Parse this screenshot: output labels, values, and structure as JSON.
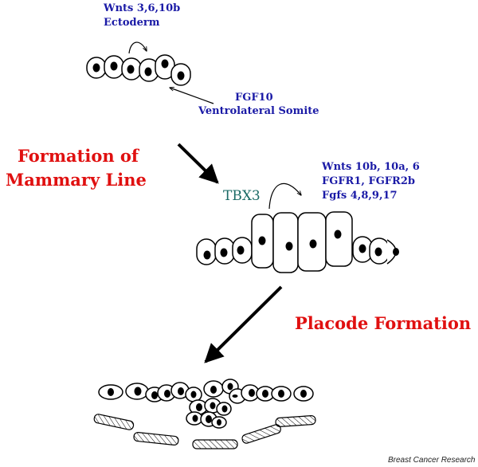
{
  "labels": {
    "ectoderm_wnts": "Wnts 3,6,10b",
    "ectoderm": "Ectoderm",
    "fgf10": "FGF10",
    "somite": "Ventrolateral Somite",
    "formation_line1": "Formation of",
    "formation_line2": "Mammary Line",
    "tbx3": "TBX3",
    "wnts2": "Wnts 10b, 10a, 6",
    "fgfr": "FGFR1, FGFR2b",
    "fgfs": "Fgfs 4,8,9,17",
    "placode": "Placode Formation",
    "credit": "Breast Cancer Research"
  },
  "colors": {
    "blue_text": "#1a1aa6",
    "red_text": "#e01010",
    "teal_text": "#1b6b66",
    "cell_outline": "#000000"
  }
}
